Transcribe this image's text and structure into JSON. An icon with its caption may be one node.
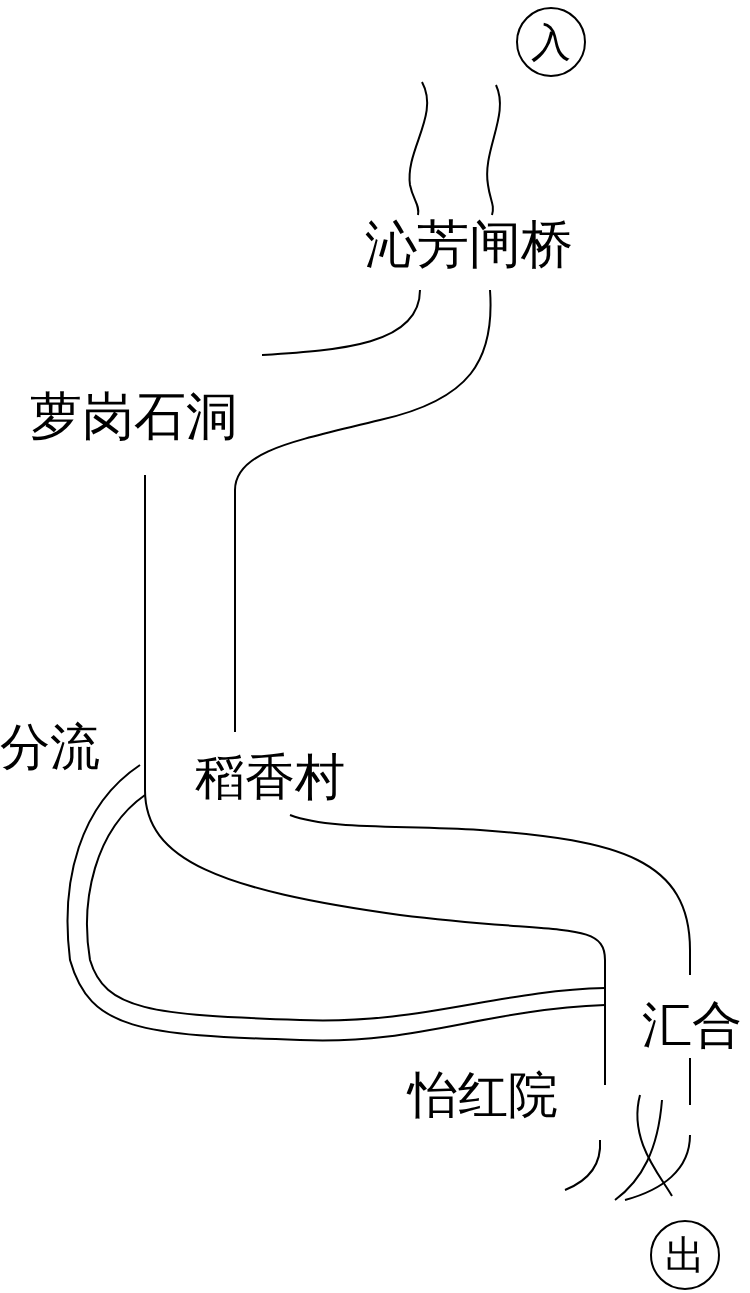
{
  "diagram": {
    "nodes": [
      {
        "text": [
          "入"
        ]
      },
      {
        "text": [
          "出"
        ]
      }
    ],
    "labels": [
      "沁芳闸桥",
      "萝岗石洞",
      "分流",
      "稻香村",
      "汇合",
      "怡红院"
    ]
  }
}
